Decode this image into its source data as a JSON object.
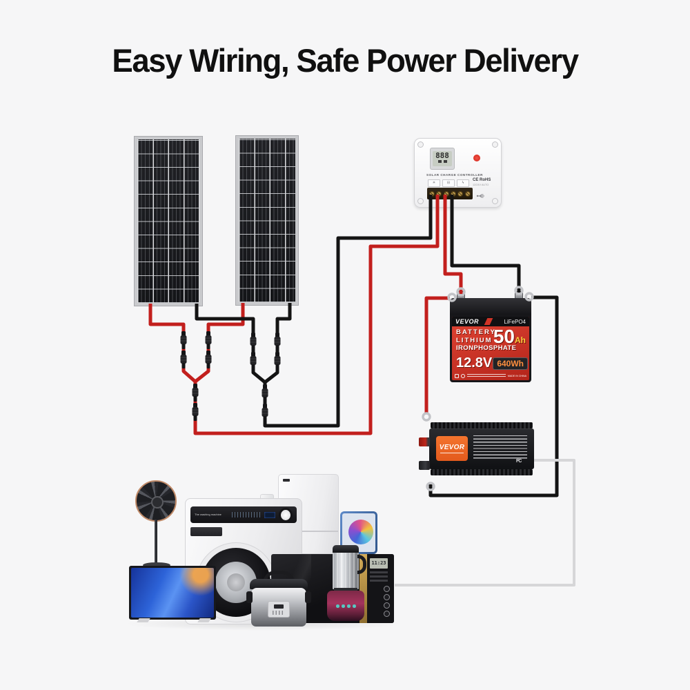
{
  "page": {
    "title": "Easy Wiring, Safe Power Delivery",
    "background": "#f6f6f7"
  },
  "colors": {
    "wire_positive": "#c21f1d",
    "wire_negative": "#141414",
    "wire_ac": "#d6d6d8",
    "brand_orange": "#f2672b",
    "battery_red": "#cf3124",
    "controller_led": "#e2342b"
  },
  "solar": {
    "panel_count": 2
  },
  "controller": {
    "label": "SOLAR CHARGE CONTROLLER",
    "lcd": "888",
    "cert": "CE RoHS",
    "mode": "12/24V AUTO",
    "terminal_icons": {
      "pv": "☀",
      "battery": "⊟",
      "load": "ϟ"
    }
  },
  "battery": {
    "brand": "VEVOR",
    "chemistry": "LiFePO4",
    "line1": "BATTERY",
    "line2": "LITHIUM",
    "line3": "IRONPHOSPHATE",
    "capacity": "50",
    "capacity_unit": "Ah",
    "voltage": "12.8V",
    "energy": "640Wh",
    "origin": "MADE IN CHINA"
  },
  "inverter": {
    "brand": "VEVOR",
    "mark": "FC"
  },
  "appliances": {
    "washing_machine_label": "The washing machine",
    "microwave_clock": "11:23",
    "items": [
      "pedestal fan",
      "washing machine",
      "tv",
      "refrigerator",
      "tablet",
      "microwave oven",
      "rice cooker",
      "blender"
    ]
  }
}
